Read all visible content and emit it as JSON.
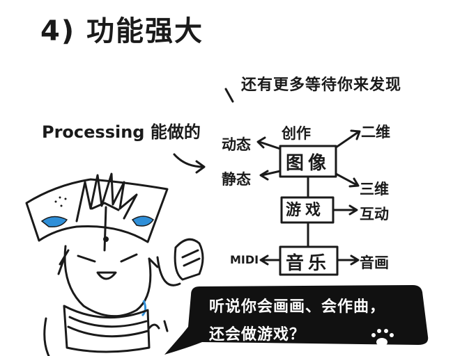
{
  "title": "4) 功能强大",
  "more_note": "还有更多等待你来发现",
  "processing_label": "Processing 能做的",
  "diagram": {
    "image_box": "图像",
    "game_box": "游戏",
    "music_box": "音乐",
    "create": "创作",
    "animation": "动态",
    "static": "静态",
    "two_d": "二维",
    "three_d": "三维",
    "interactive": "互动",
    "midi": "MIDI",
    "sound_visual": "音画"
  },
  "speech": {
    "line1": "听说你会画画、会作曲，",
    "line2": "还会做游戏？"
  },
  "colors": {
    "ink": "#1a1a1a",
    "bird_blue": "#2f8fd8",
    "speech_bg": "#111111",
    "speech_text": "#ffffff"
  }
}
